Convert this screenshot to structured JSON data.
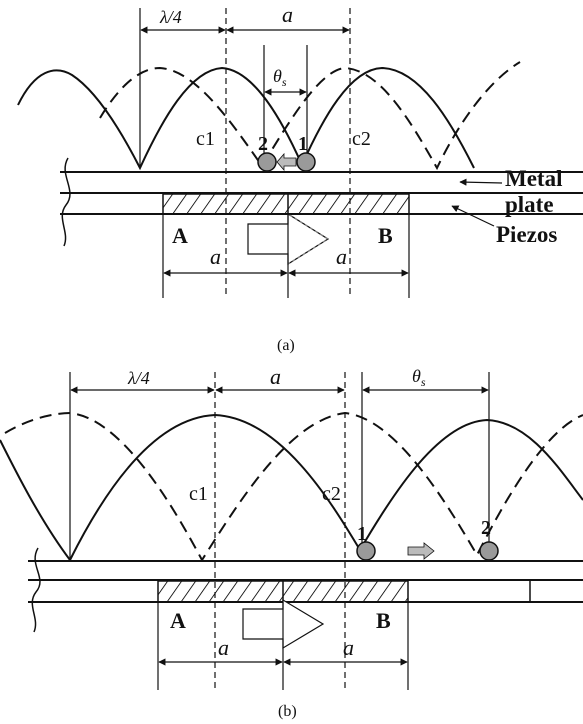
{
  "labels": {
    "lambda_quarter": "λ/4",
    "a": "a",
    "theta": "θ",
    "theta_sub": "s",
    "c1": "c1",
    "c2": "c2",
    "ball_1": "1",
    "ball_2": "2",
    "metal_line1": "Metal",
    "metal_line2": "plate",
    "piezos": "Piezos",
    "A": "A",
    "B": "B",
    "caption_a": "(a)",
    "caption_b": "(b)"
  },
  "colors": {
    "line": "#111111",
    "ball_fill": "#9a9a9a",
    "arrow_fill": "#bbbbbb"
  }
}
